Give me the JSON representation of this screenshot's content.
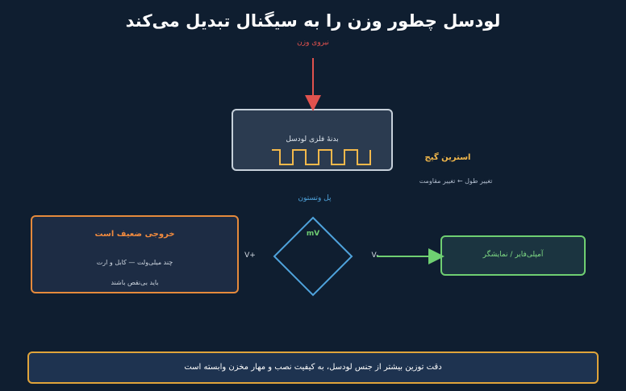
{
  "title": "لودسل چطور وزن را به سیگنال تبدیل می‌کند",
  "force": {
    "label": "نیروی وزن"
  },
  "loadcell": {
    "label": "بدنهٔ فلزی لودسل"
  },
  "strain_gauge": {
    "title": "استرین گیج",
    "note": "تغییر طول ← تغییر مقاومت"
  },
  "bridge": {
    "title": "پل وتستون",
    "output": "mV",
    "v_plus": "V+",
    "v_minus": "V-"
  },
  "weak_output": {
    "title": "خروجی ضعیف است",
    "line1": "چند میلی‌ولت — کابل و ارت",
    "line2": "باید بی‌نقص باشند"
  },
  "amplifier": {
    "label": "آمپلی‌فایر / نمایشگر"
  },
  "footer_note": "دقت توزین بیشتر از جنس لودسل، به کیفیت نصب و مهار مخزن وابسته است",
  "colors": {
    "background": "#0f1e30",
    "force_arrow": "#e0524e",
    "strain": "#f2b84b",
    "bridge": "#4fa3dc",
    "weak": "#e58a3c",
    "amp": "#6fcf72",
    "note_border": "#e0a43a"
  }
}
